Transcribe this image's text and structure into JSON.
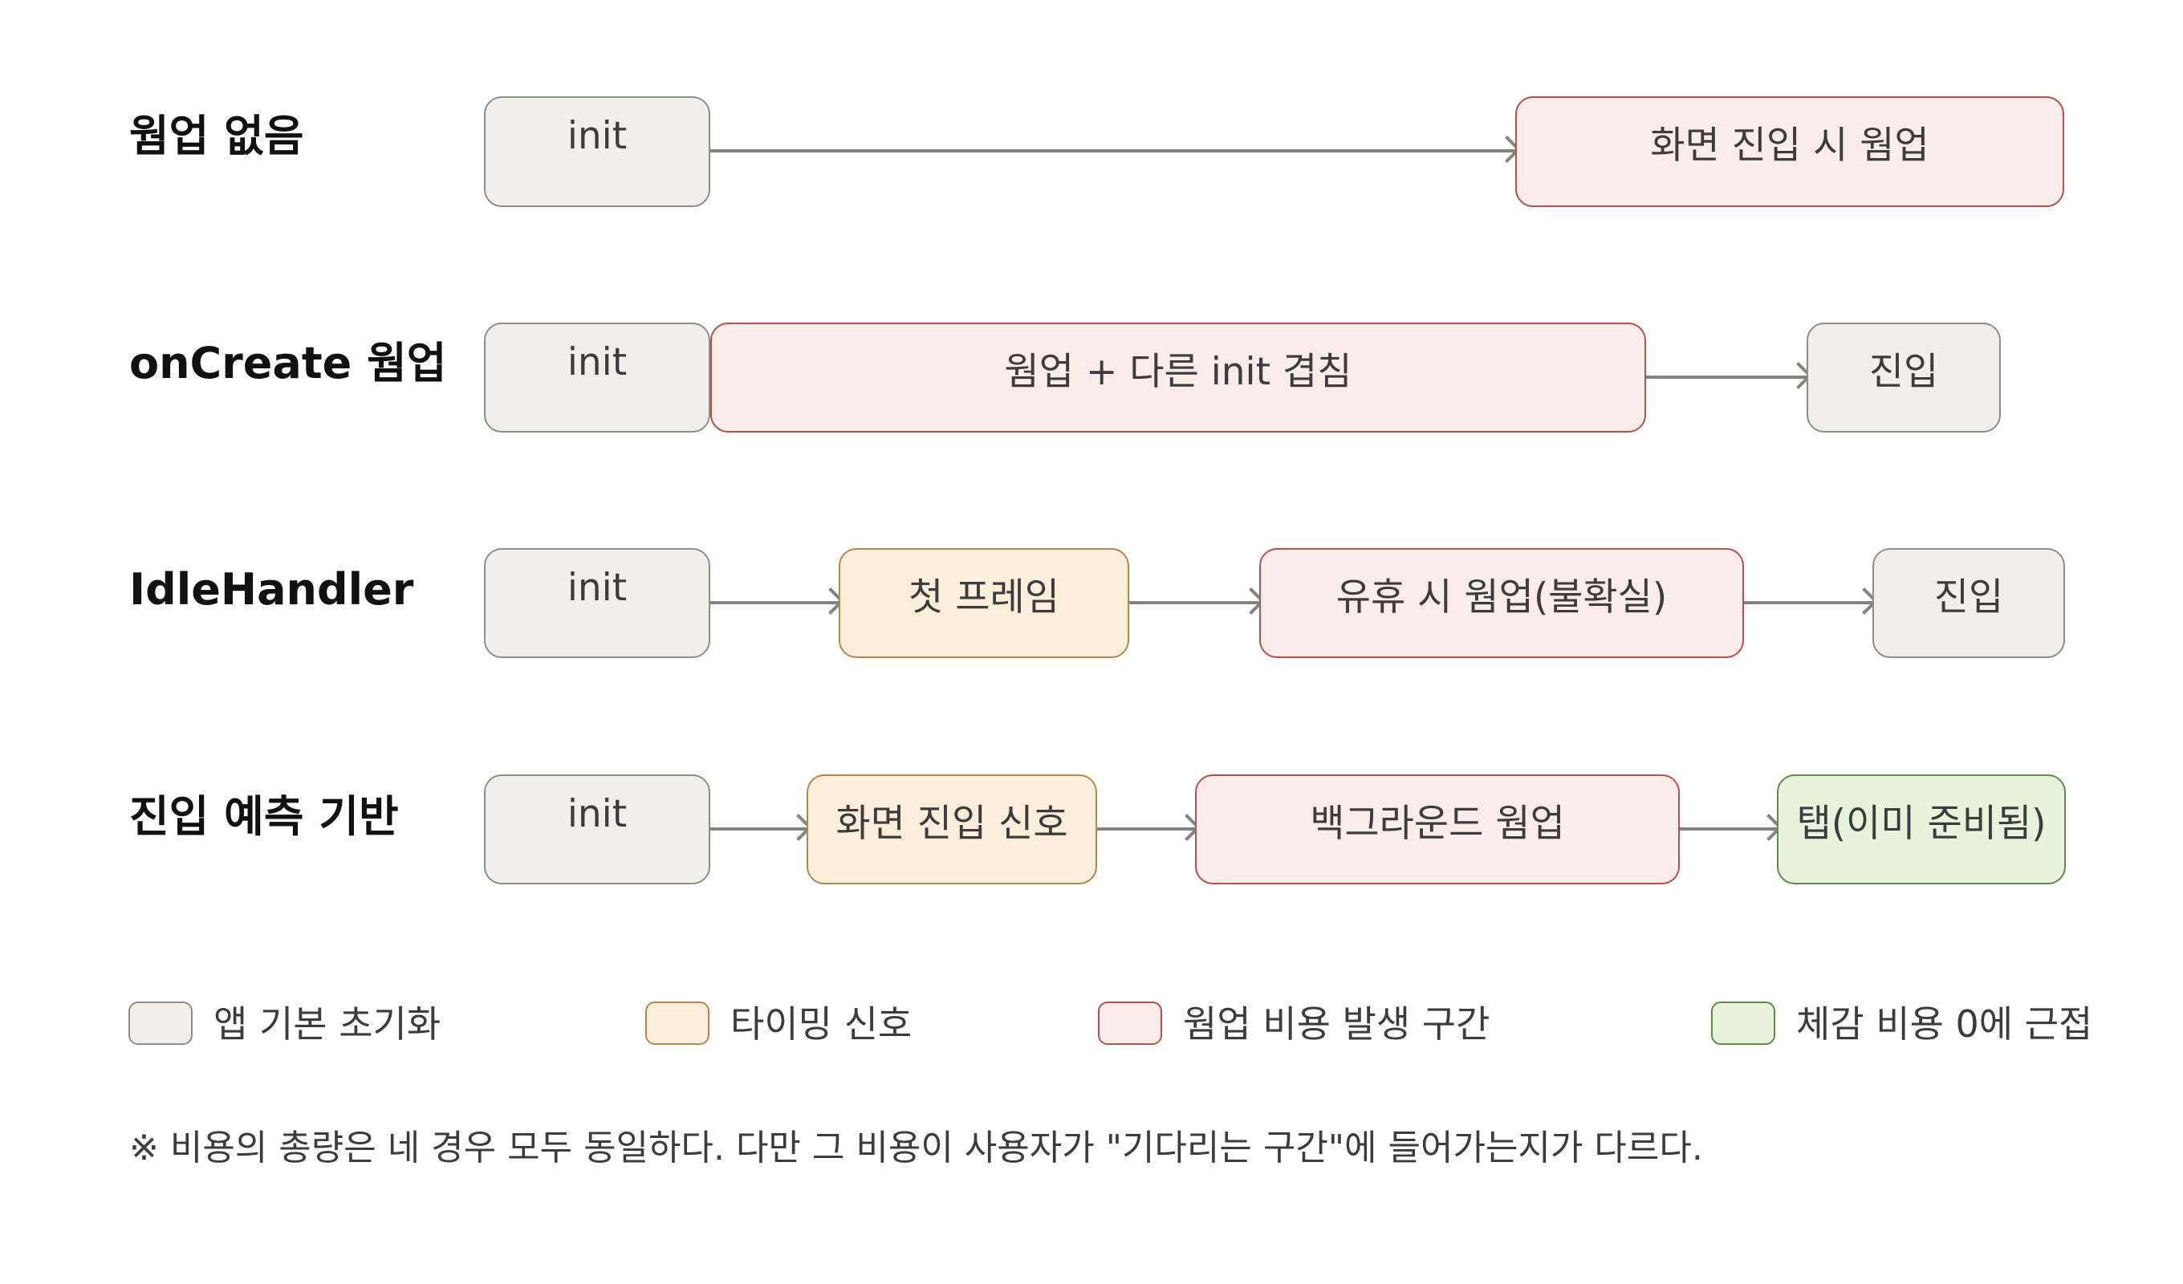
{
  "rows": [
    {
      "label": "웜업 없음",
      "boxes": [
        "init",
        "화면 진입 시 웜업"
      ]
    },
    {
      "label": "onCreate 웜업",
      "boxes": [
        "init",
        "웜업 + 다른 init 겹침",
        "진입"
      ]
    },
    {
      "label": "IdleHandler",
      "boxes": [
        "init",
        "첫 프레임",
        "유휴 시 웜업(불확실)",
        "진입"
      ]
    },
    {
      "label": "진입 예측 기반",
      "boxes": [
        "init",
        "화면 진입 신호",
        "백그라운드 웜업",
        "탭(이미 준비됨)"
      ]
    }
  ],
  "legend": [
    {
      "label": "앱 기본 초기화",
      "color": "#f2efea"
    },
    {
      "label": "타이밍 신호",
      "color": "#fbeedb"
    },
    {
      "label": "웜업 비용 발생 구간",
      "color": "#faece8"
    },
    {
      "label": "체감 비용 0에 근접",
      "color": "#e8f3dc"
    }
  ],
  "footnote": "※ 비용의 총량은 네 경우 모두 동일하다. 다만 그 비용이 사용자가 \"기다리는 구간\"에 들어가는지가 다르다."
}
